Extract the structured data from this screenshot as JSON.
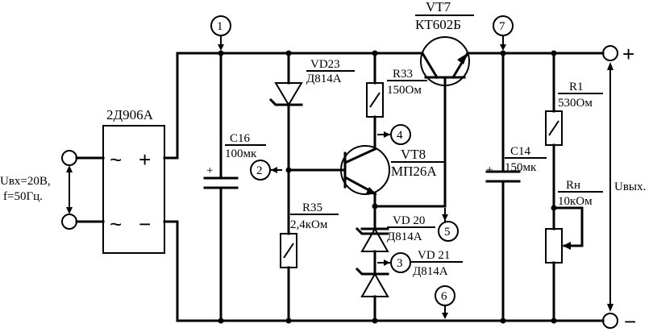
{
  "diagram": {
    "input_label_line1": "Uвх=20В,",
    "input_label_line2": "f=50Гц.",
    "output_label": "Uвых.",
    "plus_sign": "+",
    "minus_sign": "−",
    "bridge": {
      "name": "2Д906А",
      "ac_symbol": "~",
      "plus": "+",
      "minus": "−"
    },
    "components": {
      "c16": {
        "name": "C16",
        "value": "100мк",
        "polarity": "+"
      },
      "vd23": {
        "name": "VD23",
        "value": "Д814А"
      },
      "r35": {
        "name": "R35",
        "value": "2,4кОм"
      },
      "r33": {
        "name": "R33",
        "value": "150Ом"
      },
      "vt7": {
        "name": "VT7",
        "value": "КТ602Б"
      },
      "vt8": {
        "name": "VT8",
        "value": "МП26А"
      },
      "vd20": {
        "name": "VD 20",
        "value": "Д814А"
      },
      "vd21": {
        "name": "VD 21",
        "value": "Д814А"
      },
      "c14": {
        "name": "C14",
        "value": "150мк",
        "polarity": "+"
      },
      "r1": {
        "name": "R1",
        "value": "530Ом"
      },
      "rn": {
        "name": "Rн",
        "value": "10кОм"
      }
    },
    "test_points": [
      "1",
      "2",
      "3",
      "4",
      "5",
      "6",
      "7"
    ],
    "colors": {
      "ink": "#000000",
      "background": "#ffffff"
    }
  }
}
